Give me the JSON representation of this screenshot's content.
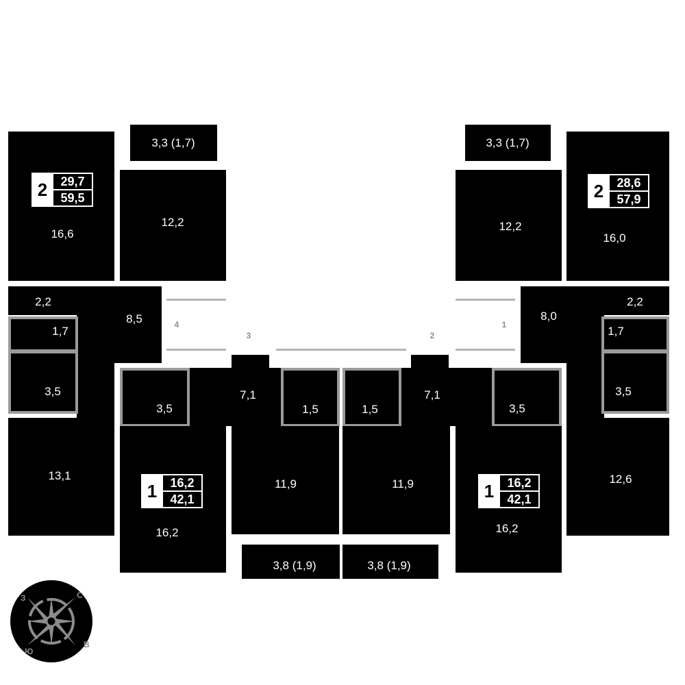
{
  "rooms": {
    "l_room1": "16,6",
    "l_balcony": "3,3 (1,7)",
    "l_kitchen": "12,2",
    "l_hall": "8,5",
    "l_storage": "2,2",
    "l_wc": "1,7",
    "l_bath": "3,5",
    "l_room2": "13,1",
    "cl_bath": "3,5",
    "cl_room": "16,2",
    "cl_hall": "7,1",
    "cl_wc": "1,5",
    "cl_kitchen": "11,9",
    "cl_balcony": "3,8 (1,9)",
    "cr_bath": "3,5",
    "cr_room": "16,2",
    "cr_hall": "7,1",
    "cr_wc": "1,5",
    "cr_kitchen": "11,9",
    "cr_balcony": "3,8 (1,9)",
    "r_room1": "16,0",
    "r_balcony": "3,3 (1,7)",
    "r_kitchen": "12,2",
    "r_hall": "8,0",
    "r_storage": "2,2",
    "r_wc": "1,7",
    "r_bath": "3,5",
    "r_room2": "12,6"
  },
  "apartments": [
    {
      "rooms": "2",
      "living_area": "29,7",
      "total_area": "59,5"
    },
    {
      "rooms": "1",
      "living_area": "16,2",
      "total_area": "42,1"
    },
    {
      "rooms": "1",
      "living_area": "16,2",
      "total_area": "42,1"
    },
    {
      "rooms": "2",
      "living_area": "28,6",
      "total_area": "57,9"
    }
  ],
  "corridor_numbers": [
    "4",
    "3",
    "2",
    "1"
  ],
  "compass": {
    "north": "С",
    "east": "В",
    "south": "Ю",
    "west": "З"
  },
  "colors": {
    "room": "#000000",
    "wet_border": "#9a9a9a",
    "corridor": "#b5b5b5"
  }
}
